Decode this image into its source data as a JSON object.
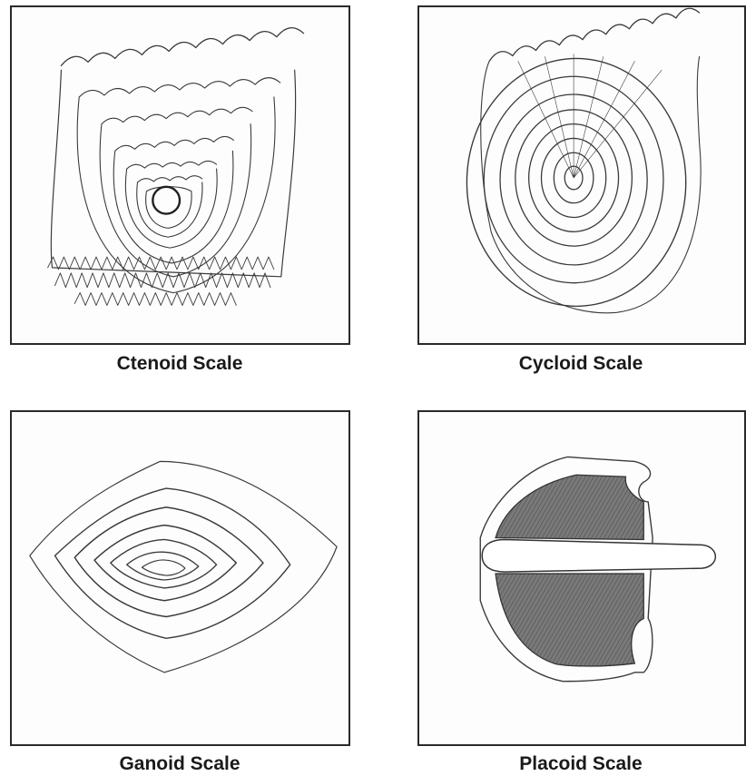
{
  "panels": [
    {
      "id": "ctenoid",
      "caption": "Ctenoid Scale"
    },
    {
      "id": "cycloid",
      "caption": "Cycloid Scale"
    },
    {
      "id": "ganoid",
      "caption": "Ganoid Scale"
    },
    {
      "id": "placoid",
      "caption": "Placoid Scale"
    }
  ],
  "colors": {
    "ink": "#3a3a3a",
    "shading": "#6f6f6f",
    "frame": "#2a2a2a"
  }
}
